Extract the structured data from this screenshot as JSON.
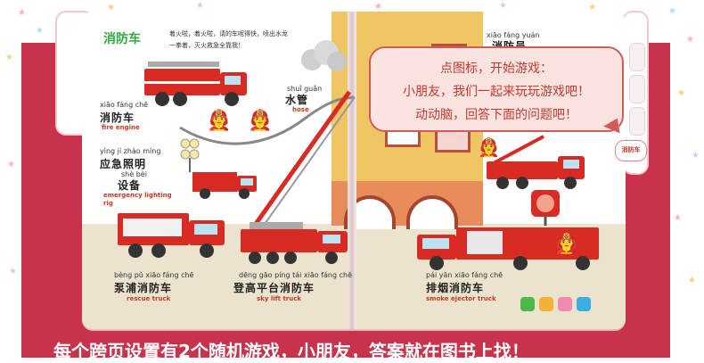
{
  "page": {
    "caption": "每个跨页设置有2个随机游戏，小朋友，答案就在图书上找！"
  },
  "left_page": {
    "title": "消防车",
    "intro_line1": "着火啦，着火啦，请的车呢得快，喷出水龙",
    "intro_line2": "一拳着，灭火救急全靠我！",
    "items": [
      {
        "pinyin": "xiāo fáng chē",
        "cn": "消防车",
        "en": "fire engine"
      },
      {
        "pinyin": "shuǐ guǎn",
        "cn": "水管",
        "en": "hose"
      },
      {
        "pinyin": "yìng jí zhào míng",
        "cn": "应急照明",
        "en": ""
      },
      {
        "pinyin": "shè bèi",
        "cn": "设备",
        "en": "emergency lighting rig"
      },
      {
        "pinyin": "bèng pǔ xiāo fáng chē",
        "cn": "泵浦消防车",
        "en": "rescue truck"
      },
      {
        "pinyin": "dēng gāo píng tái xiāo fáng chē",
        "cn": "登高平台消防车",
        "en": "sky lift truck"
      }
    ]
  },
  "right_page": {
    "items": [
      {
        "pinyin": "xiāo fáng yuán",
        "cn": "消防员",
        "en": ""
      },
      {
        "pinyin": "pái yān xiāo fáng chē",
        "cn": "排烟消防车",
        "en": "smoke ejector truck"
      }
    ],
    "badge_label": "消防车"
  },
  "bubble": {
    "line1": "点图标，开始游戏：",
    "line2": "小朋友，我们一起来玩玩游戏吧！",
    "line3": "动动脑，回答下面的问题吧！"
  },
  "game_icons": [
    {
      "name": "clover-icon",
      "color": "#4cb848"
    },
    {
      "name": "star-icon",
      "color": "#f2b233"
    },
    {
      "name": "heart-icon",
      "color": "#f08ab0"
    },
    {
      "name": "square-icon",
      "color": "#3aaee0"
    }
  ],
  "colors": {
    "background": "#c8324a",
    "truck_red": "#d72b23",
    "title_green": "#2eaa3c",
    "label_red": "#c8381e"
  }
}
